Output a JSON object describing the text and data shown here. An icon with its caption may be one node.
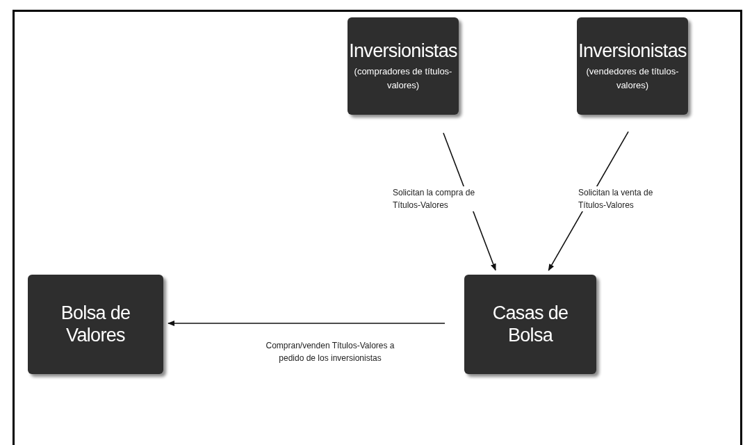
{
  "diagram": {
    "nodes": [
      {
        "text": [
          "Inversionistas",
          "(compradores de títulos-valores)"
        ]
      },
      {
        "text": [
          "Inversionistas",
          "(vendedores de títulos-valores)"
        ]
      },
      {
        "text": [
          "Bolsa de Valores"
        ]
      },
      {
        "text": [
          "Casas de Bolsa"
        ]
      }
    ],
    "edges": [
      {
        "from": 0,
        "to": 3,
        "arrow": "to",
        "label": "Solicitan la compra de Títulos-Valores"
      },
      {
        "from": 1,
        "to": 3,
        "arrow": "to",
        "label": "Solicitan la venta de Títulos-Valores"
      },
      {
        "from": 3,
        "to": 2,
        "arrow": "to",
        "label": "Compran/venden Títulos-Valores a pedido de los inversionistas"
      }
    ]
  }
}
